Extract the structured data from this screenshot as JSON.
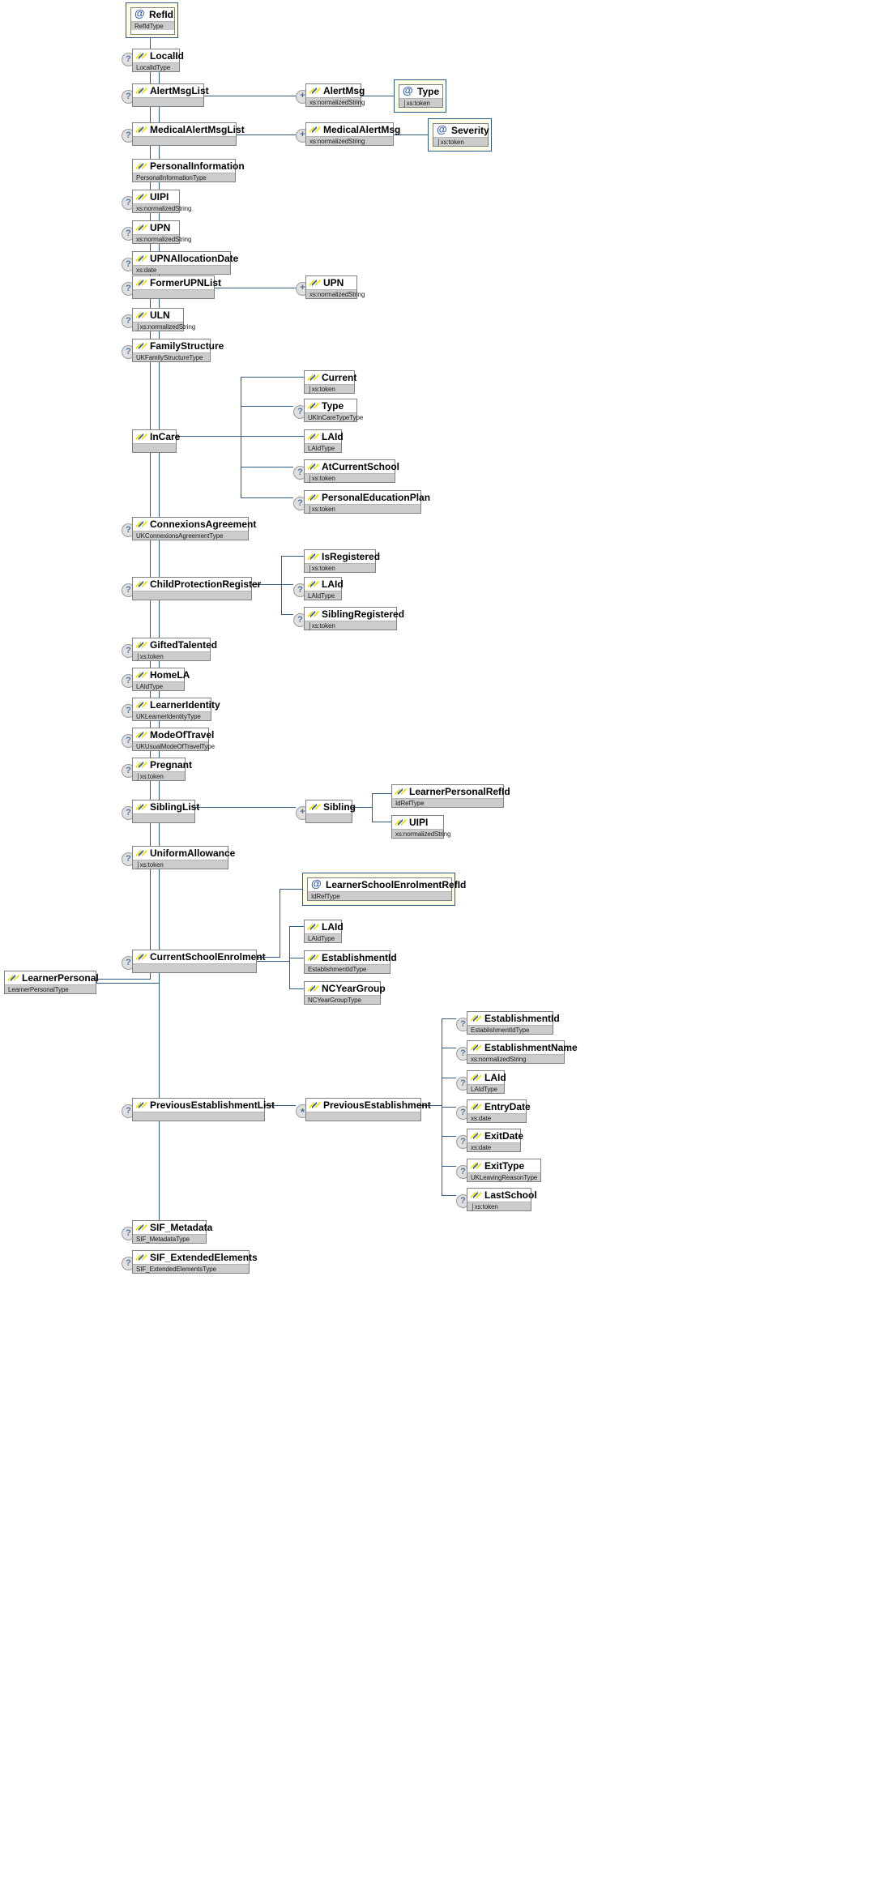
{
  "diagram": {
    "title": "LearnerPersonal XML Schema element tree",
    "kind": "xsd-element-tree",
    "line_color": "#2e5c8a",
    "box_border": "#808080",
    "type_bg": "#cccccc",
    "attribute_frame_bg": "#fdfce5",
    "icons": {
      "element": "element-icon",
      "attribute": "at-icon",
      "optional": "optional-question-marker",
      "repeat_plus": "repeat-plus-marker",
      "repeat_star": "repeat-star-marker"
    }
  },
  "root": {
    "name": "LearnerPersonal",
    "type": "LearnerPersonalType"
  },
  "nodes": {
    "refid": {
      "name": "RefId",
      "type": "RefIdType"
    },
    "localid": {
      "name": "LocalId",
      "type": "LocalIdType"
    },
    "alertmsglist": {
      "name": "AlertMsgList",
      "type": ""
    },
    "alertmsg": {
      "name": "AlertMsg",
      "type": "xs:normalizedString"
    },
    "alertmsg_type": {
      "name": "Type",
      "type": "xs:token"
    },
    "medalertmsglist": {
      "name": "MedicalAlertMsgList",
      "type": ""
    },
    "medalertmsg": {
      "name": "MedicalAlertMsg",
      "type": "xs:normalizedString"
    },
    "severity": {
      "name": "Severity",
      "type": "xs:token"
    },
    "personalinfo": {
      "name": "PersonalInformation",
      "type": "PersonalInformationType"
    },
    "uipi": {
      "name": "UIPI",
      "type": "xs:normalizedString"
    },
    "upn": {
      "name": "UPN",
      "type": "xs:normalizedString"
    },
    "upnallocdate": {
      "name": "UPNAllocationDate",
      "type": "xs:date"
    },
    "formerupnlist": {
      "name": "FormerUPNList",
      "type": ""
    },
    "formerupn": {
      "name": "UPN",
      "type": "xs:normalizedString"
    },
    "uln": {
      "name": "ULN",
      "type": "xs:normalizedString"
    },
    "familystructure": {
      "name": "FamilyStructure",
      "type": "UKFamilyStructureType"
    },
    "incare": {
      "name": "InCare",
      "type": ""
    },
    "incare_current": {
      "name": "Current",
      "type": "xs:token"
    },
    "incare_type": {
      "name": "Type",
      "type": "UKInCareTypeType"
    },
    "incare_laid": {
      "name": "LAId",
      "type": "LAIdType"
    },
    "incare_atcur": {
      "name": "AtCurrentSchool",
      "type": "xs:token"
    },
    "incare_pep": {
      "name": "PersonalEducationPlan",
      "type": "xs:token"
    },
    "connexions": {
      "name": "ConnexionsAgreement",
      "type": "UKConnexionsAgreementType"
    },
    "cpr": {
      "name": "ChildProtectionRegister",
      "type": ""
    },
    "cpr_isreg": {
      "name": "IsRegistered",
      "type": "xs:token"
    },
    "cpr_laid": {
      "name": "LAId",
      "type": "LAIdType"
    },
    "cpr_sibreg": {
      "name": "SiblingRegistered",
      "type": "xs:token"
    },
    "gifted": {
      "name": "GiftedTalented",
      "type": "xs:token"
    },
    "homela": {
      "name": "HomeLA",
      "type": "LAIdType"
    },
    "learneridentity": {
      "name": "LearnerIdentity",
      "type": "UKLearnerIdentityType"
    },
    "modeoftravel": {
      "name": "ModeOfTravel",
      "type": "UKUsualModeOfTravelType"
    },
    "pregnant": {
      "name": "Pregnant",
      "type": "xs:token"
    },
    "siblinglist": {
      "name": "SiblingList",
      "type": ""
    },
    "sibling": {
      "name": "Sibling",
      "type": ""
    },
    "sib_lpref": {
      "name": "LearnerPersonalRefId",
      "type": "IdRefType"
    },
    "sib_uipi": {
      "name": "UIPI",
      "type": "xs:normalizedString"
    },
    "uniformallowance": {
      "name": "UniformAllowance",
      "type": "xs:token"
    },
    "cse": {
      "name": "CurrentSchoolEnrolment",
      "type": ""
    },
    "cse_lseref": {
      "name": "LearnerSchoolEnrolmentRefId",
      "type": "IdRefType"
    },
    "cse_laid": {
      "name": "LAId",
      "type": "LAIdType"
    },
    "cse_estid": {
      "name": "EstablishmentId",
      "type": "EstablishmentIdType"
    },
    "cse_ncyear": {
      "name": "NCYearGroup",
      "type": "NCYearGroupType"
    },
    "pel": {
      "name": "PreviousEstablishmentList",
      "type": ""
    },
    "pe": {
      "name": "PreviousEstablishment",
      "type": ""
    },
    "pe_estid": {
      "name": "EstablishmentId",
      "type": "EstablishmentIdType"
    },
    "pe_estname": {
      "name": "EstablishmentName",
      "type": "xs:normalizedString"
    },
    "pe_laid": {
      "name": "LAId",
      "type": "LAIdType"
    },
    "pe_entry": {
      "name": "EntryDate",
      "type": "xs:date"
    },
    "pe_exit": {
      "name": "ExitDate",
      "type": "xs:date"
    },
    "pe_exittype": {
      "name": "ExitType",
      "type": "UKLeavingReasonType"
    },
    "pe_lastschool": {
      "name": "LastSchool",
      "type": "xs:token"
    },
    "sif_metadata": {
      "name": "SIF_Metadata",
      "type": "SIF_MetadataType"
    },
    "sif_extended": {
      "name": "SIF_ExtendedElements",
      "type": "SIF_ExtendedElementsType"
    }
  },
  "markers": {
    "optional": "?",
    "plus": "+",
    "star": "*"
  }
}
